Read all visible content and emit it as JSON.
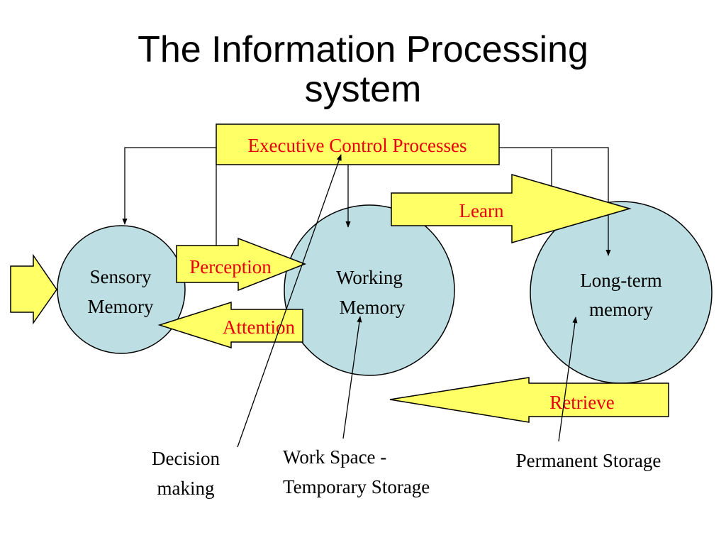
{
  "title": {
    "line1": "The Information Processing",
    "line2": "system"
  },
  "boxes": {
    "executive": "Executive Control Processes",
    "learn": "Learn",
    "perception": "Perception",
    "attention": "Attention",
    "retrieve": "Retrieve"
  },
  "memories": {
    "sensory": {
      "line1": "Sensory",
      "line2": "Memory"
    },
    "working": {
      "line1": "Working",
      "line2": "Memory"
    },
    "longterm": {
      "line1": "Long-term",
      "line2": "memory"
    }
  },
  "annotations": {
    "decision": {
      "line1": "Decision",
      "line2": "making"
    },
    "workspace": {
      "line1": "Work Space -",
      "line2": "Temporary Storage"
    },
    "permanent": "Permanent Storage"
  },
  "colors": {
    "circle_fill": "#bddfe3",
    "box_fill": "#ffff66",
    "label_red": "#e8000b"
  }
}
